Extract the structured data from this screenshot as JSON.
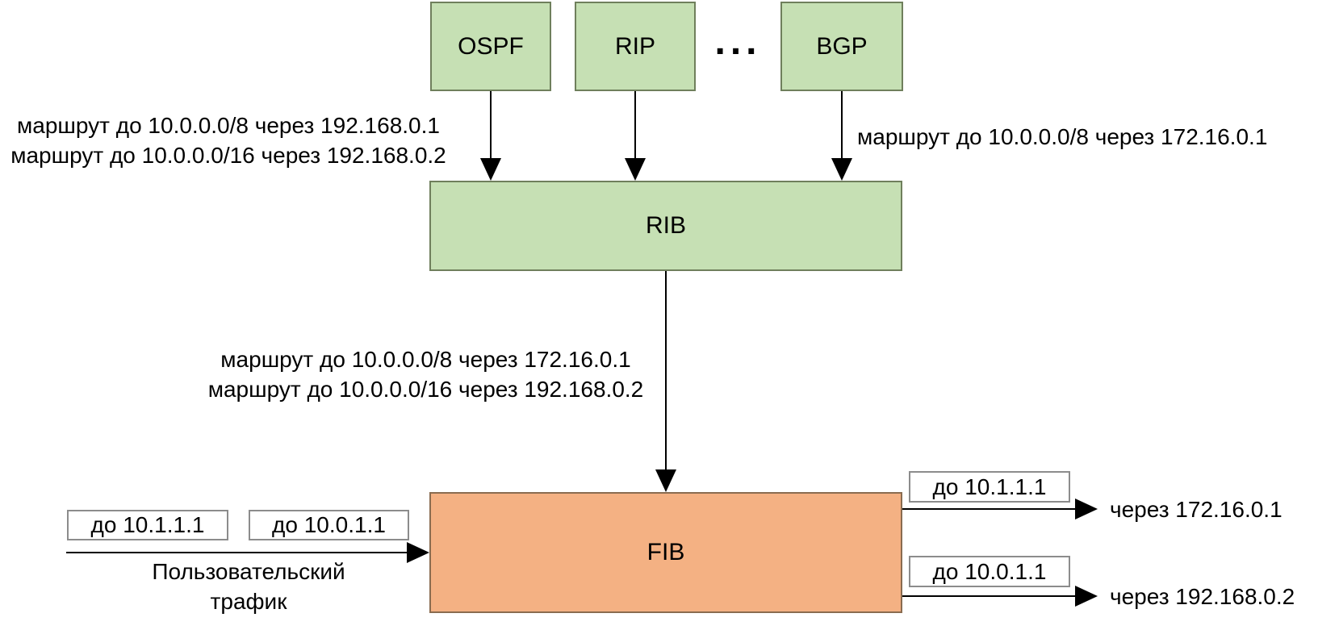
{
  "colors": {
    "green-fill": "#C6E0B4",
    "green-border": "#6F7F5C",
    "orange-fill": "#F4B183",
    "orange-border": "#8A6C50",
    "packet-border": "#8C8C8C",
    "line": "#000000"
  },
  "nodes": {
    "ospf": "OSPF",
    "rip": "RIP",
    "bgp": "BGP",
    "ellipsis": "...",
    "rib": "RIB",
    "fib": "FIB"
  },
  "annotations": {
    "igp_routes": [
      "маршрут до 10.0.0.0/8 через 192.168.0.1",
      "маршрут до 10.0.0.0/16 через 192.168.0.2"
    ],
    "bgp_route": "маршрут до 10.0.0.0/8 через 172.16.0.1",
    "rib_to_fib_routes": [
      "маршрут до 10.0.0.0/8 через 172.16.0.1",
      "маршрут до 10.0.0.0/16 через 192.168.0.2"
    ],
    "user_traffic": [
      "Пользовательский",
      "трафик"
    ]
  },
  "packets": {
    "incoming": [
      "до 10.1.1.1",
      "до 10.0.1.1"
    ],
    "outgoing": [
      {
        "label": "до 10.1.1.1",
        "via": "через 172.16.0.1"
      },
      {
        "label": "до 10.0.1.1",
        "via": "через 192.168.0.2"
      }
    ]
  }
}
